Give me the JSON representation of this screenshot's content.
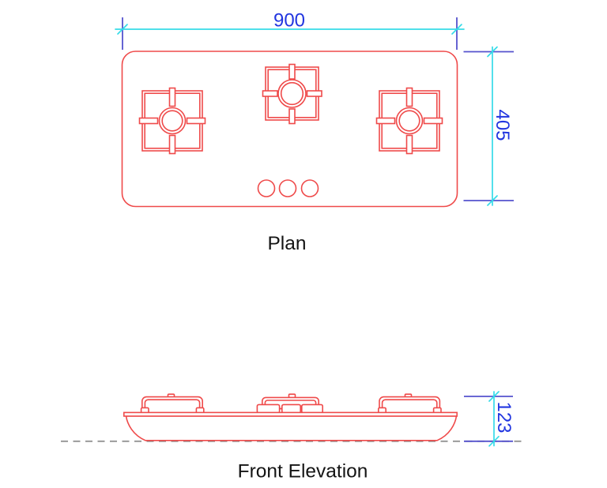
{
  "drawing": {
    "plan": {
      "label": "Plan",
      "width_dim": "900",
      "height_dim": "405",
      "burner_count": 3,
      "knob_count": 3
    },
    "elevation": {
      "label": "Front Elevation",
      "height_dim": "123"
    },
    "colors": {
      "outline_red": "#ef4a4a",
      "dimension_line_cyan": "#35dbe8",
      "dimension_text_blue": "#2236e0",
      "extension_line_blue": "#5552ce",
      "baseline_gray": "#949494",
      "label_black": "#141414"
    }
  }
}
